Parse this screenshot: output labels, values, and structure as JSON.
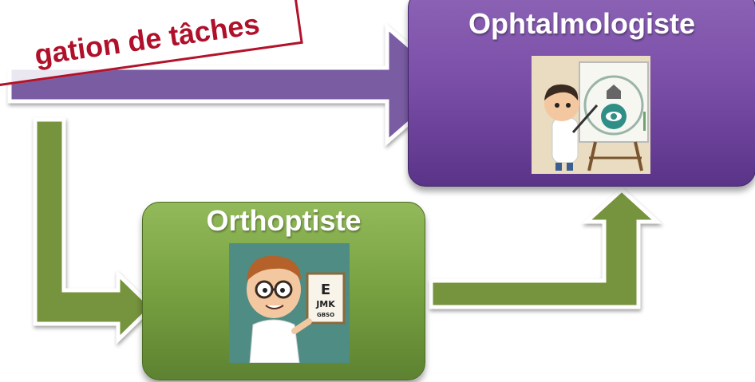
{
  "boxes": {
    "ophtalmologiste": {
      "title": "Ophtalmologiste"
    },
    "orthoptiste": {
      "title": "Orthoptiste"
    }
  },
  "illustrations": {
    "ophtalmologiste": {
      "icon": "doctor-presenting-eye-chart-icon"
    },
    "orthoptiste": {
      "icon": "doctor-with-eye-chart-icon",
      "chart_lines": [
        "E",
        "JMK",
        "GBSO"
      ]
    }
  },
  "stamp": {
    "text": "gation de tâches"
  },
  "colors": {
    "purple_arrow": "#7a5ba3",
    "green_arrow": "#76933c",
    "stamp_red": "#b0102a"
  }
}
